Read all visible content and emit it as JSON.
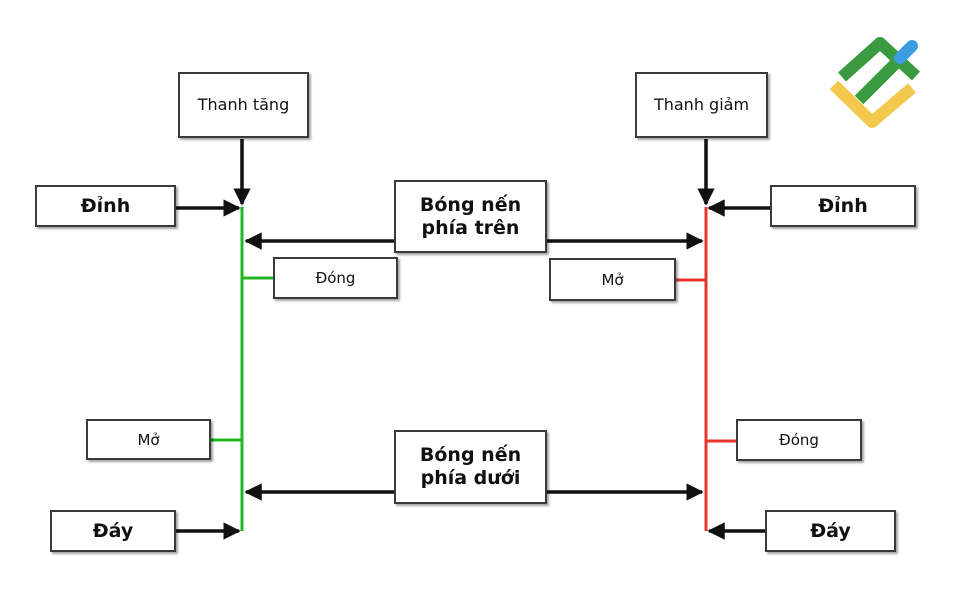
{
  "colors": {
    "bullish": "#22b722",
    "bearish": "#e8352c",
    "arrow": "#111111",
    "logo_green": "#3a9a3f",
    "logo_yellow": "#f2c94c",
    "logo_blue": "#3a9de0"
  },
  "left_candle": {
    "title": "Thanh tăng",
    "high": "Đỉnh",
    "close": "Đóng",
    "open": "Mở",
    "low": "Đáy"
  },
  "right_candle": {
    "title": "Thanh giảm",
    "high": "Đỉnh",
    "open": "Mở",
    "close": "Đóng",
    "low": "Đáy"
  },
  "upper_shadow": {
    "line1": "Bóng nến",
    "line2": "phía trên"
  },
  "lower_shadow": {
    "line1": "Bóng nến",
    "line2": "phía dưới"
  },
  "logo": {
    "icon": "brand-logo-icon"
  }
}
